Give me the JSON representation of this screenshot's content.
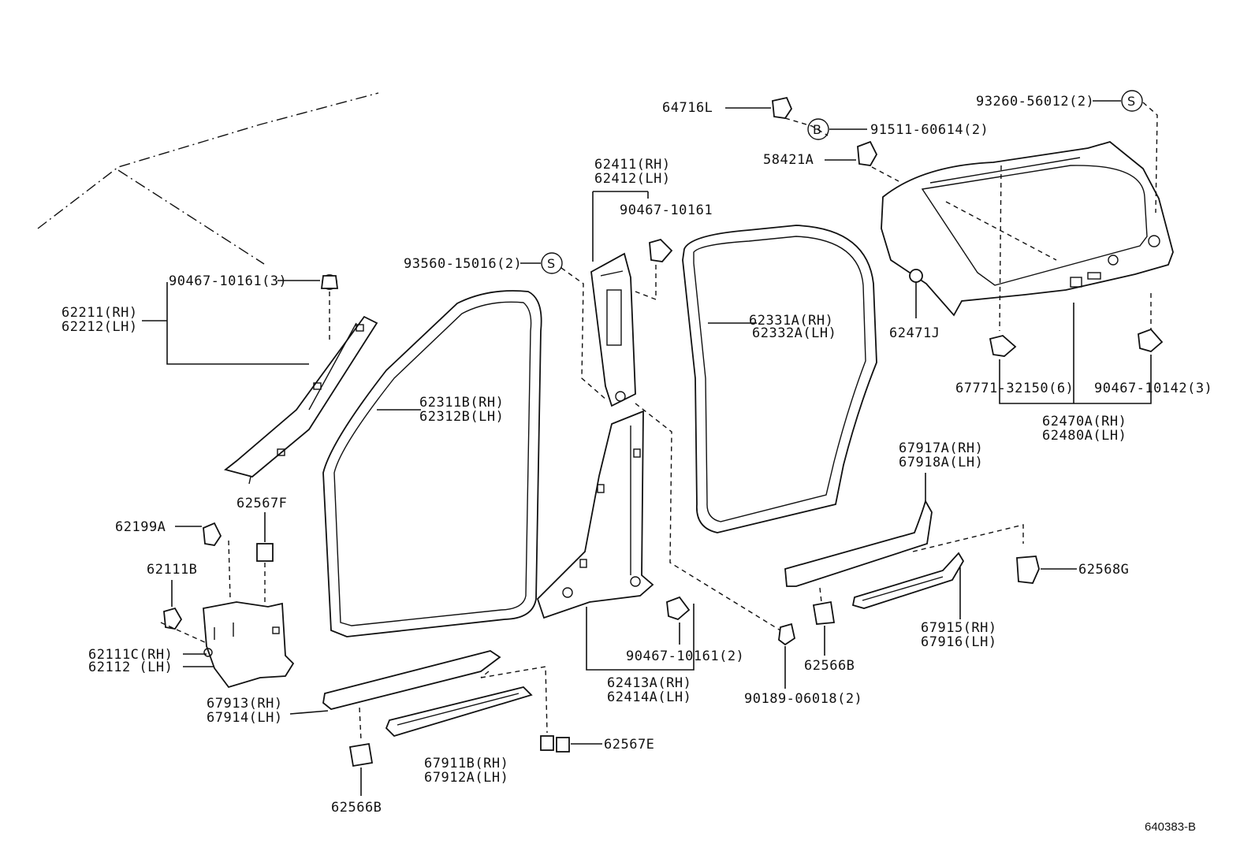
{
  "diagram_code": "640383-B",
  "labels": {
    "p64716L": "64716L",
    "p91511": "91511-60614(2)",
    "p58421A": "58421A",
    "p93260": "93260-56012(2)",
    "p62411": "62411(RH)",
    "p62412": "62412(LH)",
    "p90467_a": "90467-10161",
    "p93560": "93560-15016(2)",
    "p90467_b": "90467-10161(3)",
    "p62211": "62211(RH)",
    "p62212": "62212(LH)",
    "p62311B": "62311B(RH)",
    "p62312B": "62312B(LH)",
    "p62331A": "62331A(RH)",
    "p62332A": "62332A(LH)",
    "p62471J": "62471J",
    "p67771": "67771-32150(6)",
    "p90467_c": "90467-10142(3)",
    "p62470A": "62470A(RH)",
    "p62480A": "62480A(LH)",
    "p67917A": "67917A(RH)",
    "p67918A": "67918A(LH)",
    "p62568G": "62568G",
    "p62567F": "62567F",
    "p62199A": "62199A",
    "p62111B": "62111B",
    "p62111C": "62111C(RH)",
    "p62112": "62112  (LH)",
    "p67913": "67913(RH)",
    "p67914": "67914(LH)",
    "p62566B_a": "62566B",
    "p67911B": "67911B(RH)",
    "p67912A": "67912A(LH)",
    "p62567E": "62567E",
    "p90467_d": "90467-10161(2)",
    "p62413A": "62413A(RH)",
    "p62414A": "62414A(LH)",
    "p90189": "90189-06018(2)",
    "p62566B_b": "62566B",
    "p67915": "67915(RH)",
    "p67916": "67916(LH)"
  },
  "symbols": {
    "s_letter": "S",
    "b_letter": "B"
  }
}
